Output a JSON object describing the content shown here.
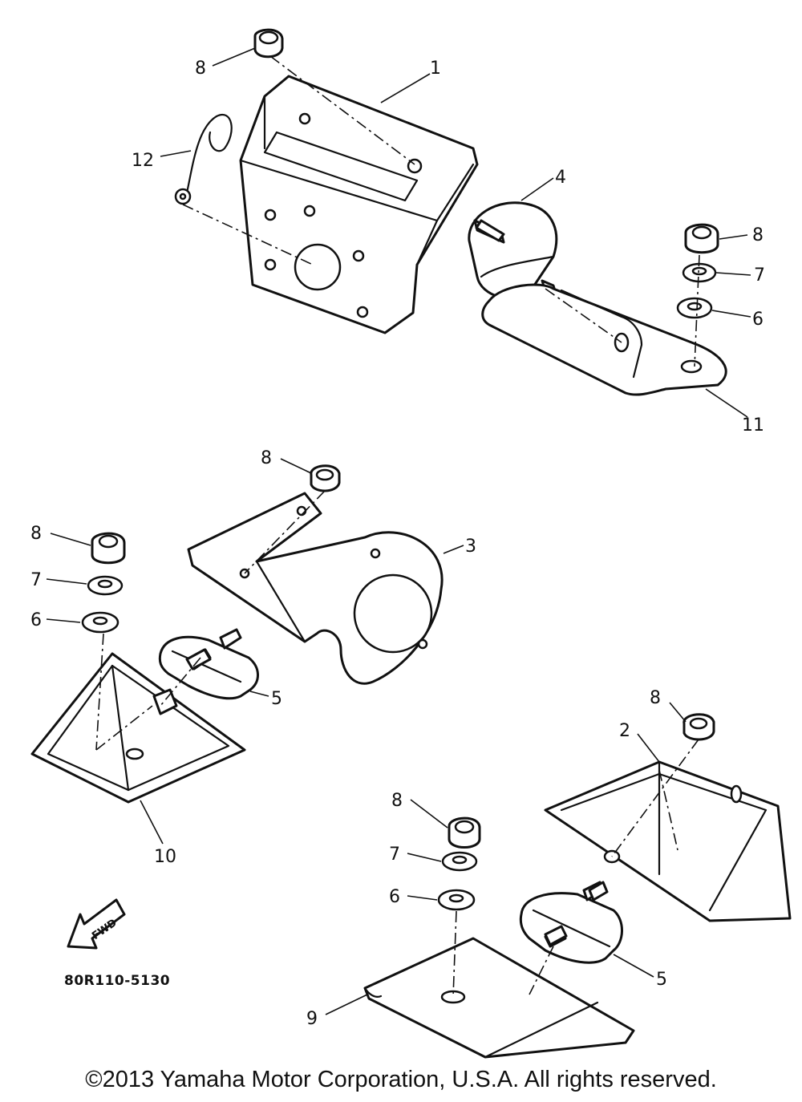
{
  "callouts": {
    "c1": "1",
    "c2": "2",
    "c3": "3",
    "c4": "4",
    "c5a": "5",
    "c5b": "5",
    "c6a": "6",
    "c6b": "6",
    "c6c": "6",
    "c7a": "7",
    "c7b": "7",
    "c7c": "7",
    "c8a": "8",
    "c8b": "8",
    "c8c": "8",
    "c8d": "8",
    "c8e": "8",
    "c9": "9",
    "c10": "10",
    "c11": "11",
    "c12": "12"
  },
  "fwd_label": "FWD",
  "diagram_code": "80R110-5130",
  "copyright": "©2013 Yamaha Motor Corporation, U.S.A. All rights reserved."
}
